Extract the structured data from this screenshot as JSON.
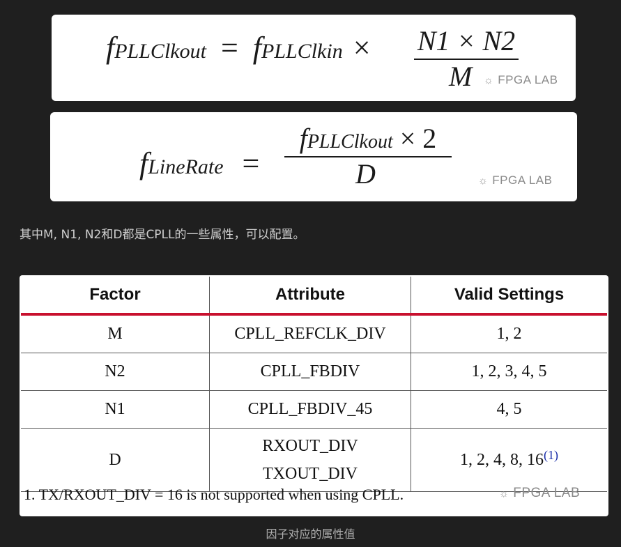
{
  "formula1": {
    "lhs": "f",
    "lhs_sub": "PLLClkout",
    "eq": "=",
    "rhs": "f",
    "rhs_sub": "PLLClkin",
    "times": "×",
    "numerator": "N1 × N2",
    "denominator": "M",
    "watermark": "FPGA LAB"
  },
  "formula2": {
    "lhs": "f",
    "lhs_sub": "LineRate",
    "eq": "=",
    "num_f": "f",
    "num_sub": "PLLClkout",
    "num_tail": "× 2",
    "denominator": "D",
    "watermark": "FPGA LAB"
  },
  "intro_text": "其中M, N1, N2和D都是CPLL的一些属性，可以配置。",
  "table": {
    "headers": [
      "Factor",
      "Attribute",
      "Valid Settings"
    ],
    "rows": [
      {
        "factor": "M",
        "attribute": "CPLL_REFCLK_DIV",
        "settings": "1, 2"
      },
      {
        "factor": "N2",
        "attribute": "CPLL_FBDIV",
        "settings": "1, 2, 3, 4, 5"
      },
      {
        "factor": "N1",
        "attribute": "CPLL_FBDIV_45",
        "settings": "4, 5"
      },
      {
        "factor": "D",
        "attribute": "RXOUT_DIV",
        "attribute2": "TXOUT_DIV",
        "settings": "1, 2, 4, 8, 16",
        "sup": "(1)"
      }
    ],
    "note": "1.  TX/RXOUT_DIV = 16 is not supported when using CPLL.",
    "watermark": "FPGA LAB",
    "accent_color": "#c8102e"
  },
  "caption": "因子对应的属性值"
}
